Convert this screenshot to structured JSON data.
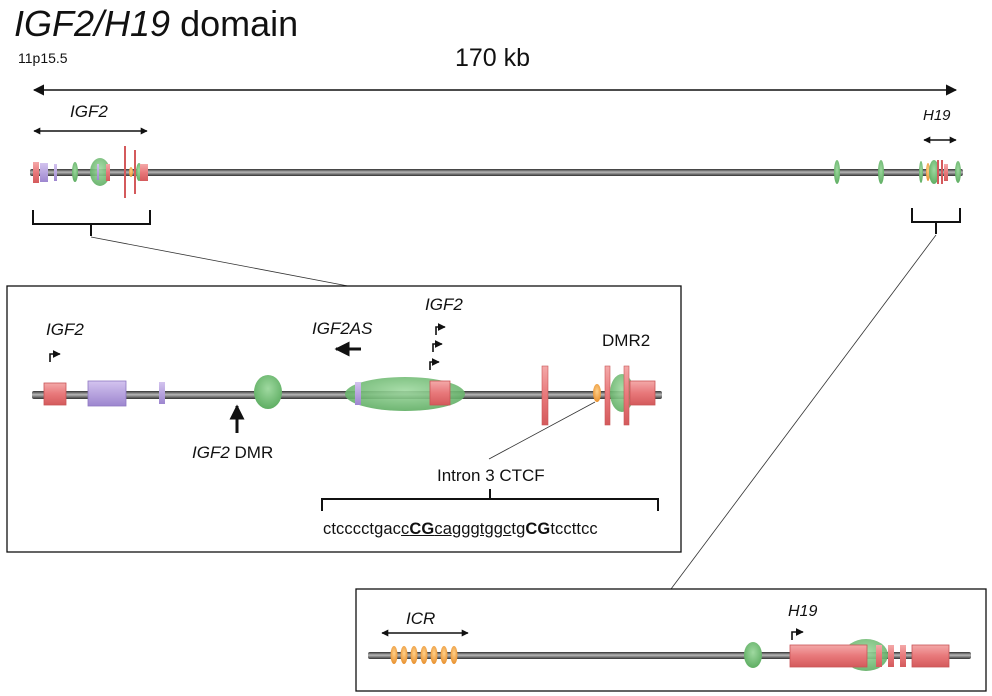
{
  "header": {
    "title_gene": "IGF2/H19",
    "title_rest": "domain",
    "band": "11p15.5",
    "size": "170 kb"
  },
  "overview": {
    "igf2_label": "IGF2",
    "h19_label": "H19"
  },
  "igf2_inset": {
    "igf2_promoter_label": "IGF2",
    "igf2as_label": "IGF2AS",
    "igf2_cluster_label": "IGF2",
    "dmr2_label": "DMR2",
    "dmr_gene": "IGF2",
    "dmr_rest": "DMR",
    "ctcf_label": "Intron 3 CTCF",
    "sequence": {
      "seg1": "ctcccctgac",
      "seg2": "c",
      "seg3": "CG",
      "seg4": "cagggtggc",
      "seg5": "tg",
      "seg6": "CG",
      "seg7": "tccttcc"
    }
  },
  "h19_inset": {
    "icr_label": "ICR",
    "h19_label": "H19"
  },
  "colors": {
    "exon_red": "#e8787a",
    "exon_purple": "#b39ddb",
    "dmr_green": "#6fbf73",
    "ctcf_orange": "#f4a742",
    "line_gray": "#7a7a7a"
  }
}
